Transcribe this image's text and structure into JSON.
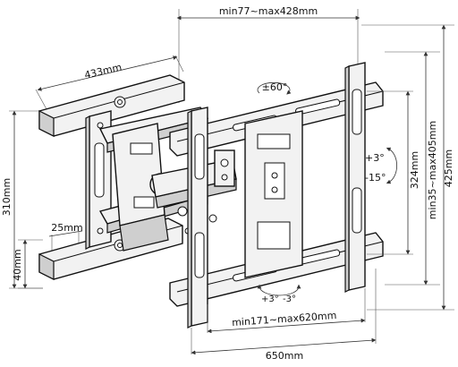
{
  "labels": {
    "top_width": "min77~max428mm",
    "arm_length": "433mm",
    "wall_height": "310mm",
    "rail_spacing": "25mm",
    "rail_height": "40mm",
    "rotation": "±60°",
    "tilt_up": "+3°",
    "tilt_down": "-15°",
    "vesa_height": "324mm",
    "height_range": "min35~max405mm",
    "total_height": "425mm",
    "swivel_left": "+3°",
    "swivel_right": "-3°",
    "width_range": "min171~max620mm",
    "total_width": "650mm"
  }
}
